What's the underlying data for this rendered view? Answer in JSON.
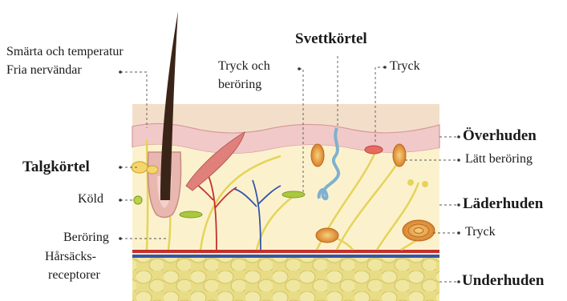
{
  "labels": {
    "pain_temp": "Smärta och temperatur",
    "free_nerve": "Fria nervändar",
    "pressure_touch_1": "Tryck och",
    "pressure_touch_2": "beröring",
    "sweat_gland": "Svettkörtel",
    "pressure_top": "Tryck",
    "epidermis": "Överhuden",
    "light_touch": "Lätt beröring",
    "sebaceous": "Talgkörtel",
    "cold": "Köld",
    "dermis": "Läderhuden",
    "touch": "Beröring",
    "pressure_bottom": "Tryck",
    "follicle_1": "Hårsäcks-",
    "follicle_2": "receptorer",
    "hypodermis": "Underhuden"
  },
  "colors": {
    "skin_top": "#f3dfc9",
    "epidermis_pink": "#f1c9c9",
    "dermis": "#fbf2cd",
    "fat": "#e3d577",
    "hair": "#3a2418",
    "nerve": "#e6d35a",
    "vessel_red": "#c4302c",
    "vessel_blue": "#3456a8",
    "sweat": "#7fb1cf",
    "corpuscle": "#e79b3d"
  }
}
